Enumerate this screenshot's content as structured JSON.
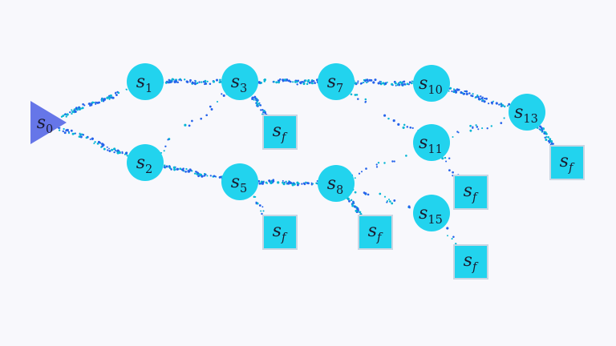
{
  "diagram": {
    "colors": {
      "background": "#f8f8fc",
      "state_fill": "#22d3ee",
      "start_fill": "#6676e8",
      "terminal_fill": "#22d3ee",
      "terminal_border": "#c9d6e3",
      "dots_dark": "#2563eb",
      "dots_light": "#06b6d4"
    },
    "nodes": [
      {
        "id": "s0",
        "shape": "triangle",
        "base": "s",
        "sub": "0"
      },
      {
        "id": "s1",
        "shape": "circle",
        "base": "s",
        "sub": "1"
      },
      {
        "id": "s2",
        "shape": "circle",
        "base": "s",
        "sub": "2"
      },
      {
        "id": "s3",
        "shape": "circle",
        "base": "s",
        "sub": "3"
      },
      {
        "id": "s5",
        "shape": "circle",
        "base": "s",
        "sub": "5"
      },
      {
        "id": "s7",
        "shape": "circle",
        "base": "s",
        "sub": "7"
      },
      {
        "id": "s8",
        "shape": "circle",
        "base": "s",
        "sub": "8"
      },
      {
        "id": "s10",
        "shape": "circle",
        "base": "s",
        "sub": "10"
      },
      {
        "id": "s11",
        "shape": "circle",
        "base": "s",
        "sub": "11"
      },
      {
        "id": "s13",
        "shape": "circle",
        "base": "s",
        "sub": "13"
      },
      {
        "id": "s15",
        "shape": "circle",
        "base": "s",
        "sub": "15"
      },
      {
        "id": "f3",
        "shape": "square",
        "base": "s",
        "sub": "f"
      },
      {
        "id": "f5",
        "shape": "square",
        "base": "s",
        "sub": "f"
      },
      {
        "id": "f8",
        "shape": "square",
        "base": "s",
        "sub": "f"
      },
      {
        "id": "f11",
        "shape": "square",
        "base": "s",
        "sub": "f"
      },
      {
        "id": "f15",
        "shape": "square",
        "base": "s",
        "sub": "f"
      },
      {
        "id": "f13",
        "shape": "square",
        "base": "s",
        "sub": "f"
      }
    ],
    "edges": [
      {
        "from": "s0",
        "to": "s1",
        "density": "dense"
      },
      {
        "from": "s0",
        "to": "s2",
        "density": "dense"
      },
      {
        "from": "s1",
        "to": "s3",
        "density": "dense"
      },
      {
        "from": "s2",
        "to": "s3",
        "density": "sparse"
      },
      {
        "from": "s2",
        "to": "s5",
        "density": "dense"
      },
      {
        "from": "s3",
        "to": "s7",
        "density": "dense"
      },
      {
        "from": "s3",
        "to": "f3",
        "density": "dense"
      },
      {
        "from": "s5",
        "to": "s8",
        "density": "dense"
      },
      {
        "from": "s5",
        "to": "f5",
        "density": "sparse"
      },
      {
        "from": "s7",
        "to": "s10",
        "density": "dense"
      },
      {
        "from": "s7",
        "to": "s11",
        "density": "sparse"
      },
      {
        "from": "s8",
        "to": "f8",
        "density": "dense"
      },
      {
        "from": "s8",
        "to": "s15",
        "density": "sparse"
      },
      {
        "from": "s8",
        "to": "s11",
        "density": "sparse"
      },
      {
        "from": "s10",
        "to": "s13",
        "density": "dense"
      },
      {
        "from": "s11",
        "to": "s13",
        "density": "sparse"
      },
      {
        "from": "s11",
        "to": "f11",
        "density": "sparse"
      },
      {
        "from": "s13",
        "to": "f13",
        "density": "dense"
      },
      {
        "from": "s15",
        "to": "f15",
        "density": "sparse"
      }
    ]
  }
}
